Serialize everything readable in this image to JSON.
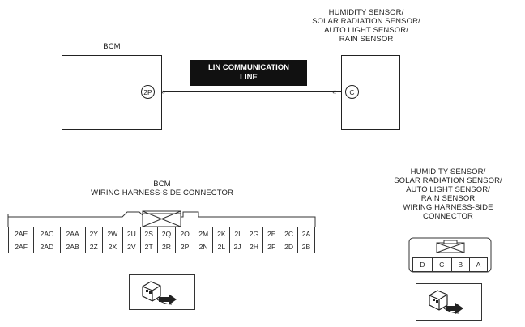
{
  "top_diagram": {
    "bcm_label": "BCM",
    "sensor_label_lines": [
      "HUMIDITY SENSOR/",
      "SOLAR RADIATION SENSOR/",
      "AUTO LIGHT SENSOR/",
      "RAIN SENSOR"
    ],
    "line_label_lines": [
      "LIN COMMUNICATION",
      "LINE"
    ],
    "bcm_pin": "2P",
    "sensor_pin": "C"
  },
  "bcm_connector": {
    "title_lines": [
      "BCM",
      "WIRING HARNESS-SIDE CONNECTOR"
    ],
    "row1": [
      "2AE",
      "2AC",
      "2AA",
      "2Y",
      "2W",
      "2U",
      "2S",
      "2Q",
      "2O",
      "2M",
      "2K",
      "2I",
      "2G",
      "2E",
      "2C",
      "2A"
    ],
    "row2": [
      "2AF",
      "2AD",
      "2AB",
      "2Z",
      "2X",
      "2V",
      "2T",
      "2R",
      "2P",
      "2N",
      "2L",
      "2J",
      "2H",
      "2F",
      "2D",
      "2B"
    ]
  },
  "sensor_connector": {
    "title_lines": [
      "HUMIDITY SENSOR/",
      "SOLAR RADIATION SENSOR/",
      "AUTO LIGHT SENSOR/",
      "RAIN SENSOR",
      "WIRING HARNESS-SIDE",
      "CONNECTOR"
    ],
    "pins": [
      "D",
      "C",
      "B",
      "A"
    ]
  },
  "icons": {
    "bcm_connector_icon": "connector-view-arrow-icon",
    "sensor_connector_icon": "connector-view-arrow-icon"
  }
}
